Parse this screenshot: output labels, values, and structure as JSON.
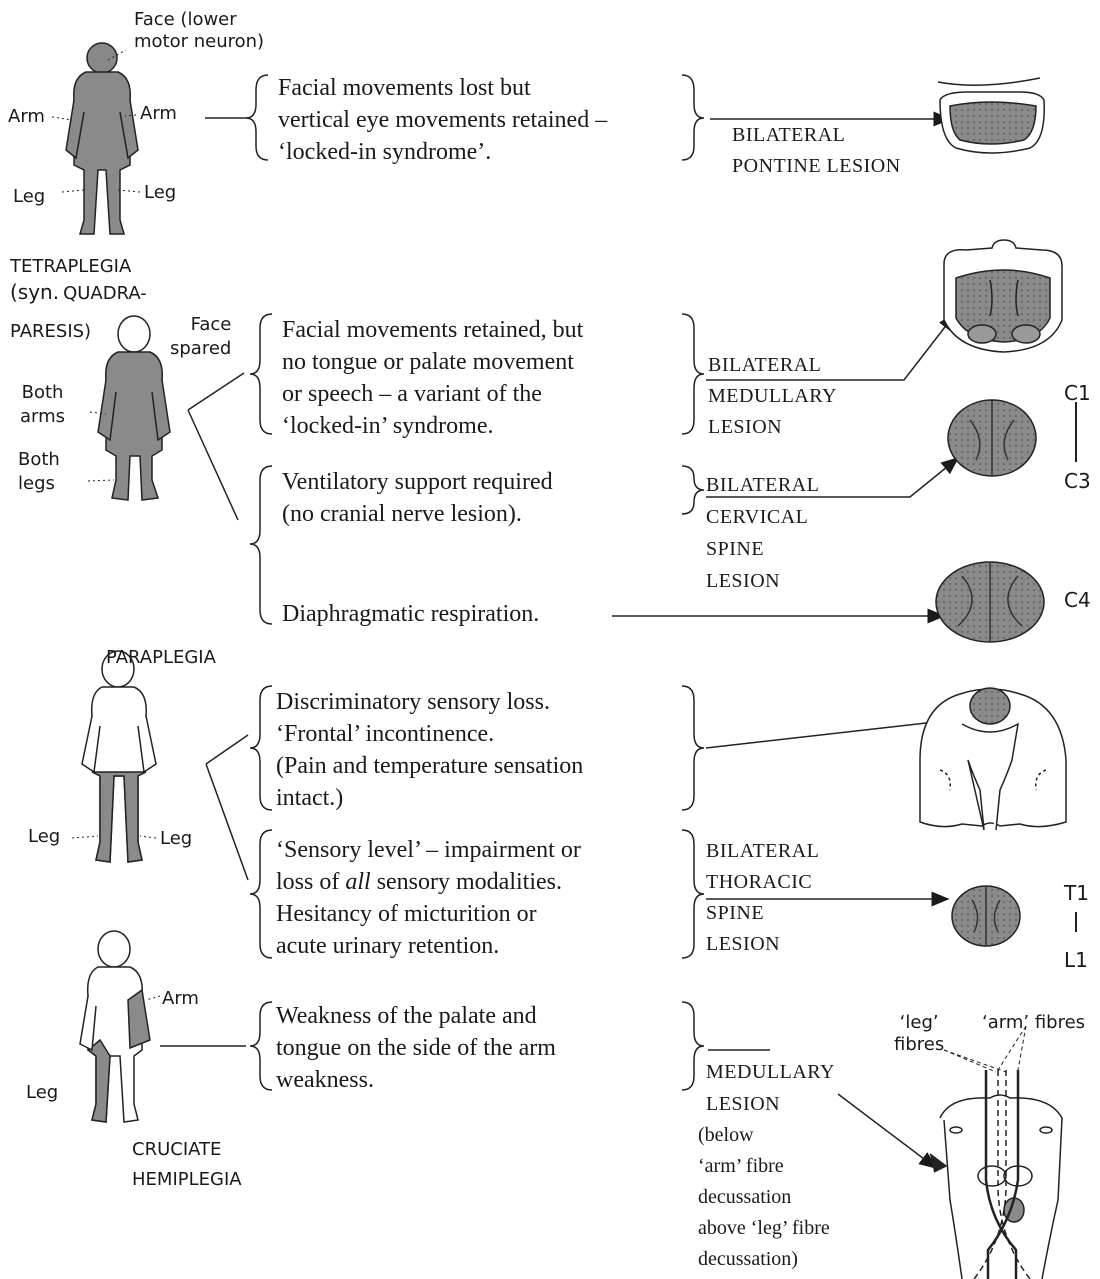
{
  "figures": {
    "f1": {
      "face_label": "Face (lower\nmotor neuron)",
      "arm_left": "Arm",
      "arm_right": "Arm",
      "leg_left": "Leg",
      "leg_right": "Leg"
    },
    "tetraplegia": {
      "title": "TETRAPLEGIA",
      "syn": "(syn.",
      "syn_caps": "QUADRA-",
      "syn_cont": "PARESIS)",
      "face": "Face\nspared",
      "arms": "Both\narms",
      "legs": "Both\nlegs"
    },
    "paraplegia": {
      "title": "PARAPLEGIA",
      "leg_left": "Leg",
      "leg_right": "Leg"
    },
    "cruciate": {
      "arm": "Arm",
      "leg": "Leg",
      "title": "CRUCIATE\nHEMIPLEGIA"
    }
  },
  "descriptions": {
    "pontine": "Facial movements lost but\nvertical eye movements retained –\n‘locked-in syndrome’.",
    "medullary": "Facial movements retained, but\nno tongue or palate movement\nor speech – a variant of the\n‘locked-in’ syndrome.",
    "ventilatory": "Ventilatory support required\n(no cranial nerve lesion).",
    "diaphragm": "Diaphragmatic respiration.",
    "discriminatory": "Discriminatory sensory loss.\n‘Frontal’ incontinence.\n(Pain and temperature sensation\nintact.)",
    "sensory_level_pre": "‘Sensory level’ – impairment or\nloss of ",
    "sensory_level_all": "all",
    "sensory_level_post": " sensory modalities.\nHesitancy of micturition or\nacute urinary retention.",
    "palate": "Weakness of the palate and\ntongue on the side of the arm\nweakness."
  },
  "lesions": {
    "pontine": "BILATERAL\nPONTINE LESION",
    "medullary": "BILATERAL\nMEDULLARY\nLESION",
    "cervical": "BILATERAL\nCERVICAL\nSPINE\nLESION",
    "thoracic": "BILATERAL\nTHORACIC\nSPINE\nLESION",
    "medullary_single": "MEDULLARY\nLESION",
    "medullary_note": "(below\n‘arm’ fibre\ndecussation\nabove ‘leg’ fibre\ndecussation)"
  },
  "levels": {
    "c1": "C1",
    "c3": "C3",
    "c4": "C4",
    "t1": "T1",
    "l1": "L1"
  },
  "fibres": {
    "leg": "‘leg’\nfibres",
    "arm": "‘arm’ fibres"
  }
}
